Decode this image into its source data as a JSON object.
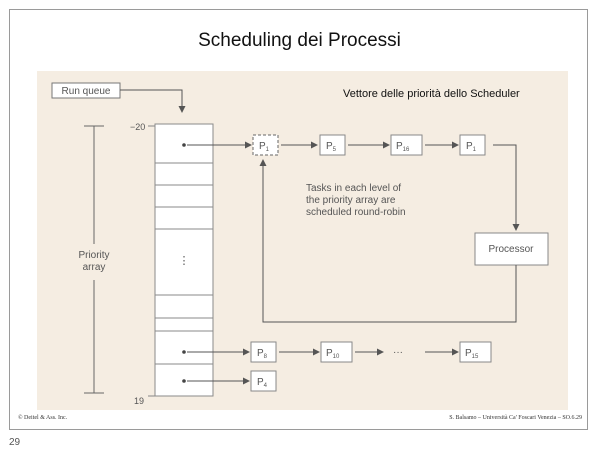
{
  "slide": {
    "title": "Scheduling dei Processi",
    "overlay_caption": "Vettore delle priorità dello Scheduler",
    "footer_left": "© Deitel & Ass. Inc.",
    "footer_right": "S. Balsamo – Università Ca' Foscari Venezia – SO.6.29",
    "page_number": "29"
  },
  "diagram": {
    "run_queue_label": "Run queue",
    "priority_top": "−20",
    "priority_bottom": "19",
    "priority_array_label_line1": "Priority",
    "priority_array_label_line2": "array",
    "array_ellipsis": "⋮",
    "row1_nodes": [
      {
        "letter": "P",
        "sub": "1"
      },
      {
        "letter": "P",
        "sub": "5"
      },
      {
        "letter": "P",
        "sub": "16"
      },
      {
        "letter": "P",
        "sub": "1"
      }
    ],
    "row2_nodes": [
      {
        "letter": "P",
        "sub": "8"
      },
      {
        "letter": "P",
        "sub": "10"
      },
      {
        "letter": "P",
        "sub": "15"
      }
    ],
    "row2_ellipsis": "···",
    "row3_nodes": [
      {
        "letter": "P",
        "sub": "4"
      }
    ],
    "note_line1": "Tasks in each level of",
    "note_line2": "the priority array are",
    "note_line3": "scheduled round-robin",
    "processor_label": "Processor"
  }
}
